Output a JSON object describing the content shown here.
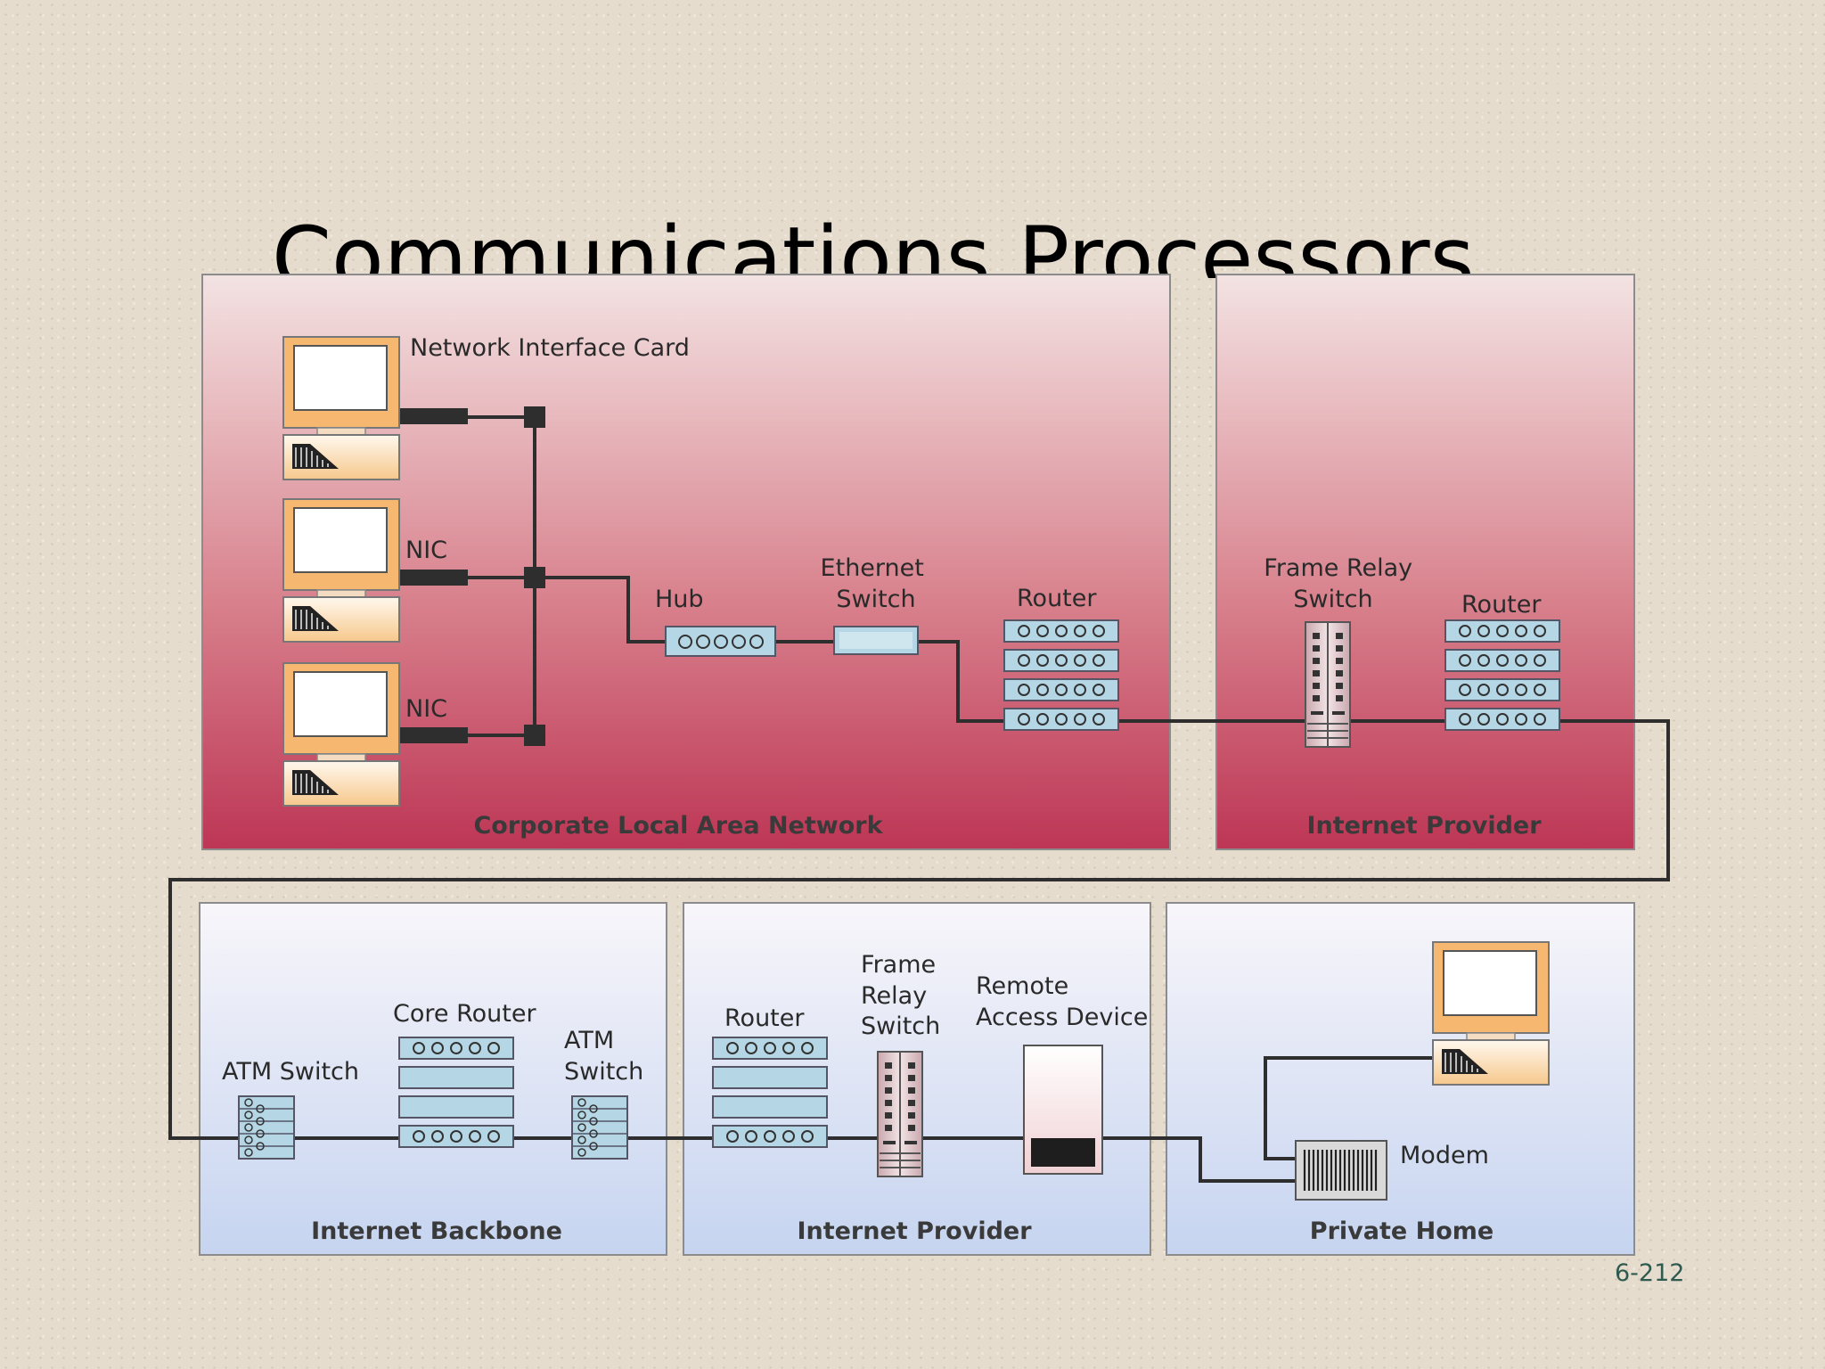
{
  "title": "Communications Processors",
  "slide_number": "6-212",
  "colors": {
    "lan_panel_top": "#f3e3e3",
    "lan_panel_bottom": "#bd3655",
    "home_panel_top": "#f8f6fa",
    "home_panel_bottom": "#c6d4f0",
    "device_blue": "#b5d7e5",
    "monitor_frame": "#f6b870",
    "cable": "#2e2e2e"
  },
  "sections": {
    "corporate_lan": "Corporate Local Area Network",
    "internet_provider_top": "Internet Provider",
    "internet_backbone": "Internet Backbone",
    "internet_provider_bottom": "Internet Provider",
    "private_home": "Private Home"
  },
  "labels": {
    "network_interface_card": "Network Interface Card",
    "nic_1": "NIC",
    "nic_2": "NIC",
    "hub": "Hub",
    "ethernet_switch": [
      "Ethernet",
      "Switch"
    ],
    "router_lan": "Router",
    "frame_relay_switch_top": [
      "Frame Relay",
      "Switch"
    ],
    "router_provider_top": "Router",
    "atm_switch_left": "ATM Switch",
    "core_router": "Core Router",
    "atm_switch_right": [
      "ATM",
      "Switch"
    ],
    "router_provider_bottom": "Router",
    "frame_relay_switch_bottom": [
      "Frame",
      "Relay",
      "Switch"
    ],
    "remote_access_device": [
      "Remote",
      "Access Device"
    ],
    "modem": "Modem"
  },
  "icons": [
    "computer-icon",
    "hub-icon",
    "ethernet-switch-icon",
    "router-icon",
    "frame-relay-switch-icon",
    "atm-switch-icon",
    "remote-access-device-icon",
    "modem-icon"
  ]
}
